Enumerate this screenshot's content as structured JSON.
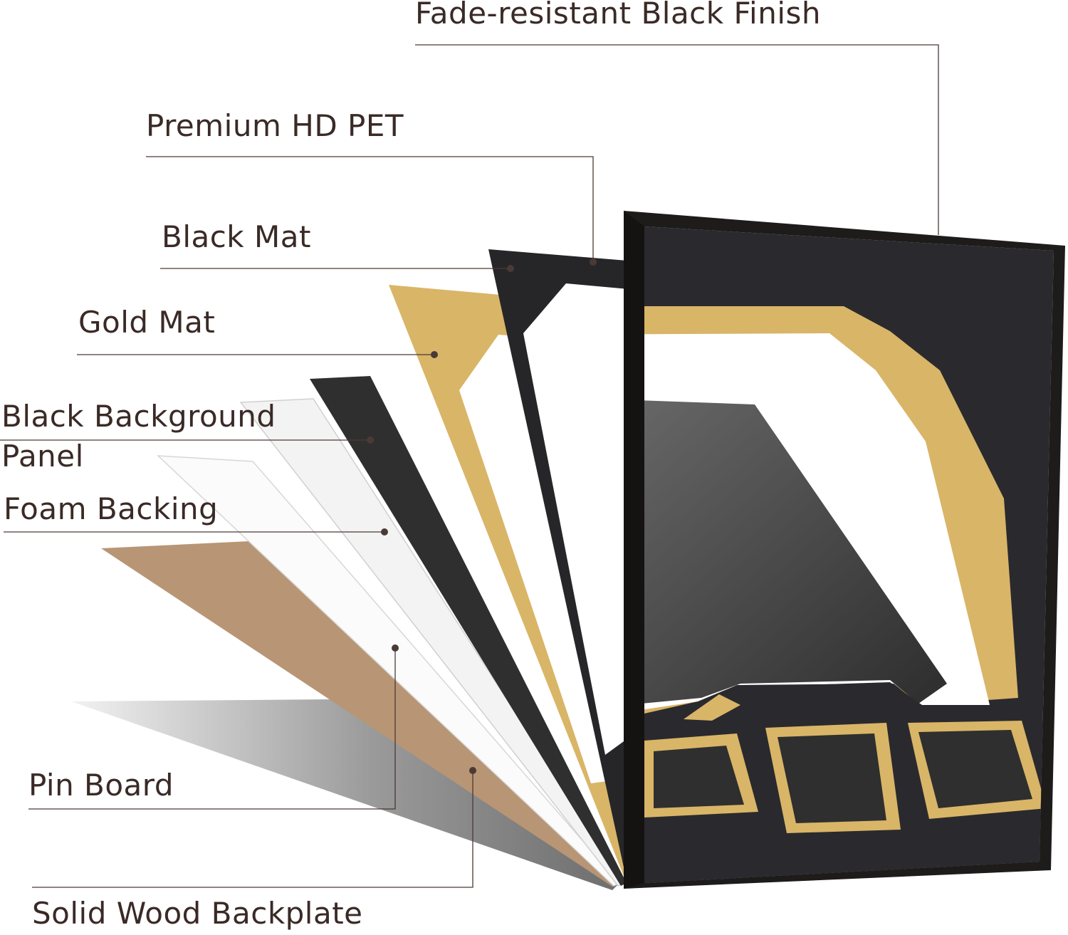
{
  "diagram": {
    "layers": [
      {
        "id": "frame",
        "label": "Fade-resistant Black Finish"
      },
      {
        "id": "pet",
        "label": "Premium HD PET"
      },
      {
        "id": "black-mat",
        "label": "Black Mat"
      },
      {
        "id": "gold-mat",
        "label": "Gold Mat"
      },
      {
        "id": "background",
        "label": "Black Background Panel",
        "line1": "Black Background",
        "line2": "Panel"
      },
      {
        "id": "foam",
        "label": "Foam Backing"
      },
      {
        "id": "pin-board",
        "label": "Pin Board"
      },
      {
        "id": "backplate",
        "label": "Solid Wood Backplate"
      }
    ]
  },
  "colors": {
    "label_text": "#3a2a26",
    "leader_line": "#4a3a36",
    "frame": "#1e1b1b",
    "black_mat": "#2a2a2e",
    "gold": "#d9b568",
    "background_panel": "#333333",
    "pin_board": "#b89574",
    "foam": "#fafafa",
    "glass": "#e6e6e6"
  }
}
